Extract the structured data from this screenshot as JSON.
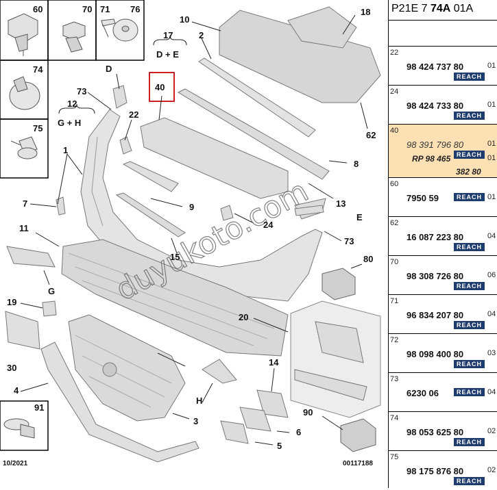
{
  "diagram": {
    "date_label": "10/2021",
    "ref_number": "00117188",
    "watermark": "duyukoto.com",
    "variant_labels": {
      "left_num": "12",
      "left_text": "G + H",
      "right_num": "17",
      "right_text": "D + E"
    },
    "letters": [
      "D",
      "E",
      "G",
      "H"
    ],
    "callouts": [
      "1",
      "2",
      "3",
      "4",
      "5",
      "6",
      "7",
      "8",
      "9",
      "10",
      "11",
      "13",
      "14",
      "15",
      "18",
      "19",
      "20",
      "22",
      "24",
      "30",
      "40",
      "62",
      "73",
      "73",
      "80",
      "90"
    ],
    "inset_labels": [
      "60",
      "70",
      "71",
      "76",
      "74",
      "75",
      "91"
    ],
    "highlight_label": "40"
  },
  "table": {
    "header_prefix": "P21E 7 ",
    "header_bold": "74A",
    "header_suffix": " 01A",
    "reach_label": "REACH",
    "rows": [
      {
        "code": "22",
        "ref": "98 424 737 80",
        "qty": "01"
      },
      {
        "code": "24",
        "ref": "98 424 733 80",
        "qty": "01"
      },
      {
        "code": "40",
        "ref": "98 391 796 80",
        "qty": "01",
        "alt_ref": "RP 98 465",
        "alt_ref_tail": "382 80",
        "alt_qty": "01",
        "highlight": true
      },
      {
        "code": "60",
        "ref": "7950 59",
        "qty": "01"
      },
      {
        "code": "62",
        "ref": "16 087 223 80",
        "qty": "04"
      },
      {
        "code": "70",
        "ref": "98 308 726 80",
        "qty": "06"
      },
      {
        "code": "71",
        "ref": "96 834 207 80",
        "qty": "04"
      },
      {
        "code": "72",
        "ref": "98 098 400 80",
        "qty": "03"
      },
      {
        "code": "73",
        "ref": "6230 06",
        "qty": "04"
      },
      {
        "code": "74",
        "ref": "98 053 625 80",
        "qty": "02"
      },
      {
        "code": "75",
        "ref": "98 175 876 80",
        "qty": "02"
      }
    ]
  }
}
